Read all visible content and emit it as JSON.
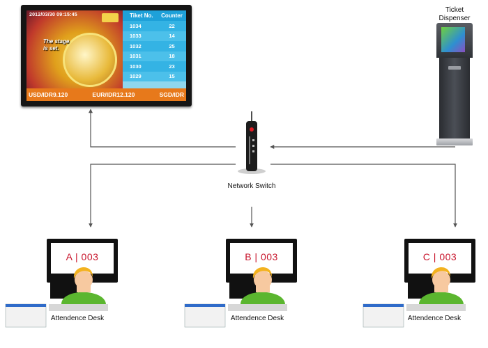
{
  "display": {
    "date_time": "2012/03/30  09:15:45",
    "promo_text": "The stage is set.",
    "table_headers": [
      "Tiket No.",
      "Counter"
    ],
    "rows": [
      {
        "ticket": "1034",
        "counter": "22"
      },
      {
        "ticket": "1033",
        "counter": "14"
      },
      {
        "ticket": "1032",
        "counter": "25"
      },
      {
        "ticket": "1031",
        "counter": "18"
      },
      {
        "ticket": "1030",
        "counter": "23"
      },
      {
        "ticket": "1029",
        "counter": "15"
      }
    ],
    "ticker": [
      "USD/IDR9.120",
      "EUR/IDR12.120",
      "SGD/IDR"
    ],
    "colors": {
      "header": "#1ea1d9",
      "table": "#8fd7ee",
      "ticker": "#e7791b"
    }
  },
  "dispenser": {
    "label_line1": "Ticket",
    "label_line2": "Dispenser"
  },
  "switch": {
    "label": "Network Switch"
  },
  "desks": [
    {
      "screen": "A | 003",
      "label": "Attendence Desk"
    },
    {
      "screen": "B | 003",
      "label": "Attendence Desk"
    },
    {
      "screen": "C | 003",
      "label": "Attendence Desk"
    }
  ],
  "colors": {
    "screen_text": "#c8142b",
    "person_shirt": "#5bb62f",
    "connector": "#555555"
  }
}
